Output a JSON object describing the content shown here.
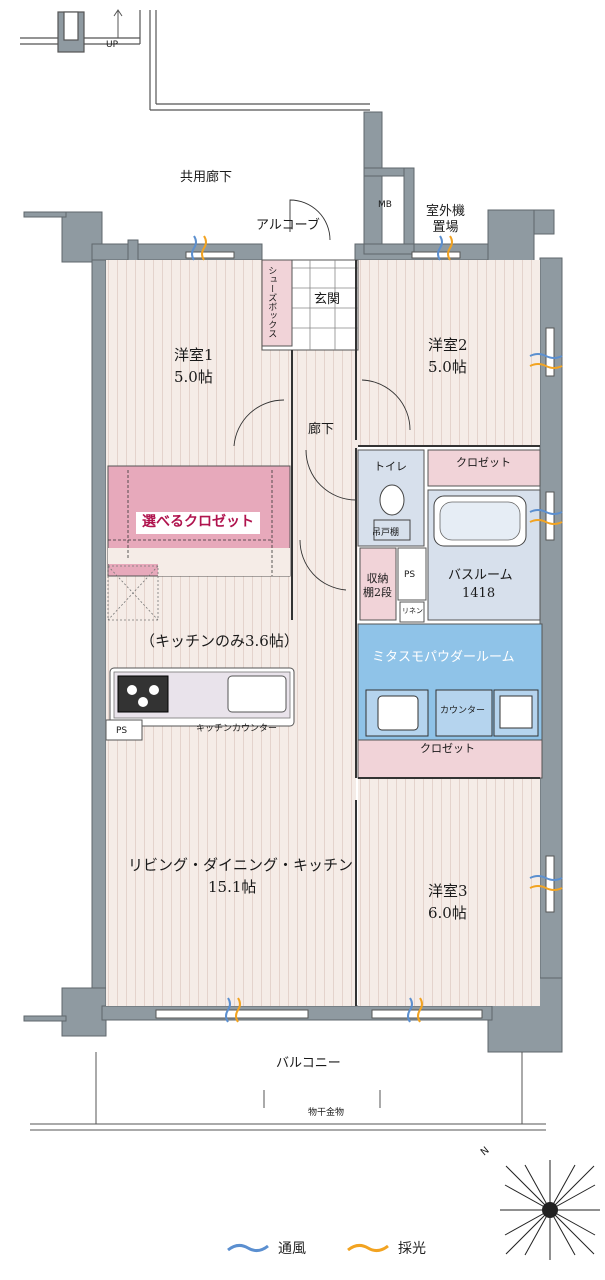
{
  "colors": {
    "wall": "#8f9aa1",
    "floor_wood": "#f4ebe6",
    "floor_stripe": "#e6d7d0",
    "wet_area": "#d7e0ec",
    "choice_closet": "#e7a9bb",
    "powder_room": "#8fc3e8",
    "closet_pink": "#f1d3d8",
    "ventilation": "#5b8fd0",
    "daylight": "#f2a321"
  },
  "labels": {
    "up": "UP",
    "corridor": "共用廊下",
    "alcove": "アルコーブ",
    "mb": "MB",
    "outdoor_unit": "室外機\n置場",
    "shoe_box": "シューズボックス",
    "entrance": "玄関",
    "room1_name": "洋室1",
    "room1_size": "5.0帖",
    "room2_name": "洋室2",
    "room2_size": "5.0帖",
    "hallway": "廊下",
    "toilet": "トイレ",
    "hanging_shelf": "吊戸棚",
    "closet_room2": "クロゼット",
    "choice_closet": "選べるクロゼット",
    "storage": "収納\n棚2段",
    "ps_toilet": "PS",
    "bathroom": "バスルーム",
    "bathroom_size": "1418",
    "linen": "リネン",
    "kitchen_only": "（キッチンのみ3.6帖）",
    "powder_room": "ミタスモパウダールーム",
    "counter": "カウンター",
    "kitchen_counter": "キッチンカウンター",
    "ps_kitchen": "PS",
    "closet_room3": "クロゼット",
    "ldk_name": "リビング・ダイニング・キッチン",
    "ldk_size": "15.1帖",
    "room3_name": "洋室3",
    "room3_size": "6.0帖",
    "balcony": "バルコニー",
    "drying_hardware": "物干金物",
    "north": "N"
  },
  "legend": {
    "ventilation": "通風",
    "daylight": "採光"
  }
}
